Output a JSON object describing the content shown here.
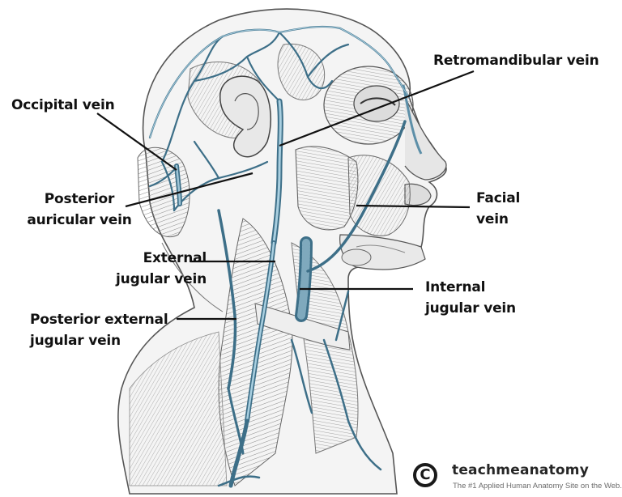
{
  "diagram": {
    "subject": "Veins of the head and neck (lateral view)",
    "labels": [
      {
        "id": "occipital",
        "lines": [
          "Occipital vein"
        ]
      },
      {
        "id": "retromandibular",
        "lines": [
          "Retromandibular vein"
        ]
      },
      {
        "id": "posterior_auricular",
        "lines": [
          "Posterior",
          "auricular vein"
        ]
      },
      {
        "id": "facial",
        "lines": [
          "Facial",
          "vein"
        ]
      },
      {
        "id": "external_jugular",
        "lines": [
          "External",
          "jugular vein"
        ]
      },
      {
        "id": "internal_jugular",
        "lines": [
          "Internal",
          "jugular vein"
        ]
      },
      {
        "id": "posterior_external_jugular",
        "lines": [
          "Posterior external",
          "jugular vein"
        ]
      }
    ],
    "colors": {
      "vein_blue": "#5d8fa8",
      "vein_light": "#a9cfe0",
      "line": "#111111",
      "sketch": "#4a4a4a"
    }
  },
  "brand": {
    "logo_glyph": "C",
    "name": "teachmeanatomy",
    "tagline": "The #1 Applied Human Anatomy Site on the Web."
  }
}
